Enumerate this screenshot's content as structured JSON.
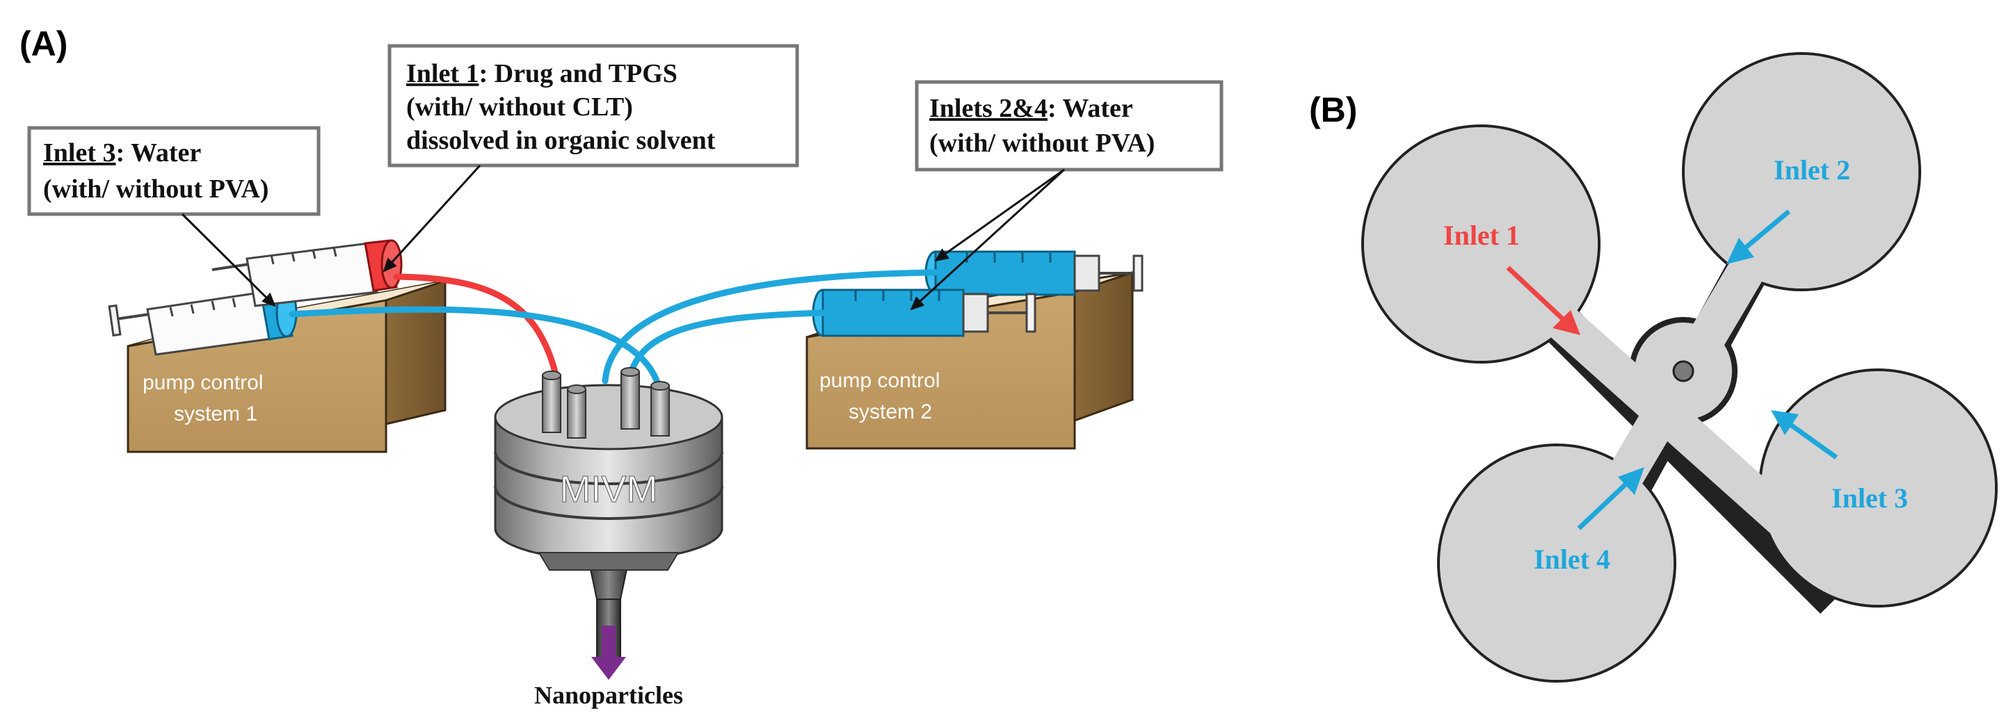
{
  "panel_a": {
    "label": "(A)",
    "callouts": {
      "inlet1": {
        "title": "Inlet 1",
        "rest": ": Drug and TPGS",
        "line2": "(with/ without CLT)",
        "line3": "dissolved in organic solvent"
      },
      "inlet3": {
        "title": "Inlet 3",
        "rest": ": Water",
        "line2": "(with/ without PVA)"
      },
      "inlets24": {
        "title": "Inlets 2&4",
        "rest": ": Water",
        "line2": "(with/ without PVA)"
      }
    },
    "pump1": {
      "line1": "pump control",
      "line2": "system 1"
    },
    "pump2": {
      "line1": "pump control",
      "line2": "system 2"
    },
    "mixer_label": "MIVM",
    "output_label": "Nanoparticles"
  },
  "panel_b": {
    "label": "(B)",
    "inlets": [
      "Inlet 1",
      "Inlet 2",
      "Inlet 3",
      "Inlet 4"
    ]
  },
  "colors": {
    "organic_inlet": "#ef4444",
    "water_inlet": "#1fa7dc",
    "output_arrow": "#7b2d8e",
    "chamber_fill": "#d3d3d3",
    "box_fill": "#c8a46c"
  }
}
